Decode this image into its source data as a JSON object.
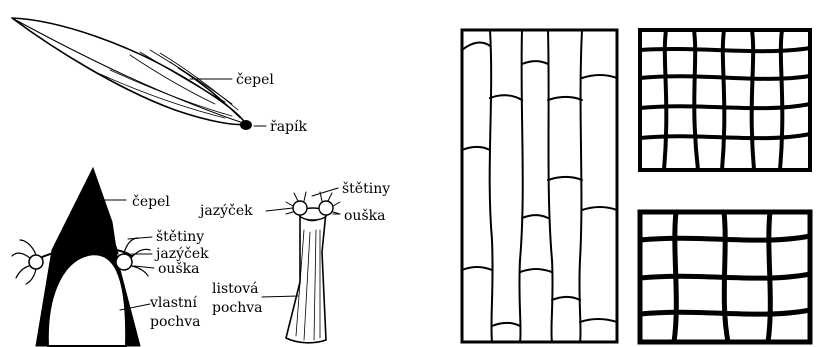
{
  "labels": {
    "leaf_blade": "čepel",
    "petiole": "řapík",
    "grass_blade": "čepel",
    "bristles_left": "štětiny",
    "ligule_left": "jazýček",
    "auricles_left": "ouška",
    "own_sheath_line1": "vlastní",
    "own_sheath_line2": "pochva",
    "bristles_right": "štětiny",
    "ligule_right": "jazýček",
    "auricles_right": "ouška",
    "leaf_sheath_line1": "listová",
    "leaf_sheath_line2": "pochva"
  },
  "colors": {
    "ink": "#000000",
    "background": "#ffffff"
  }
}
